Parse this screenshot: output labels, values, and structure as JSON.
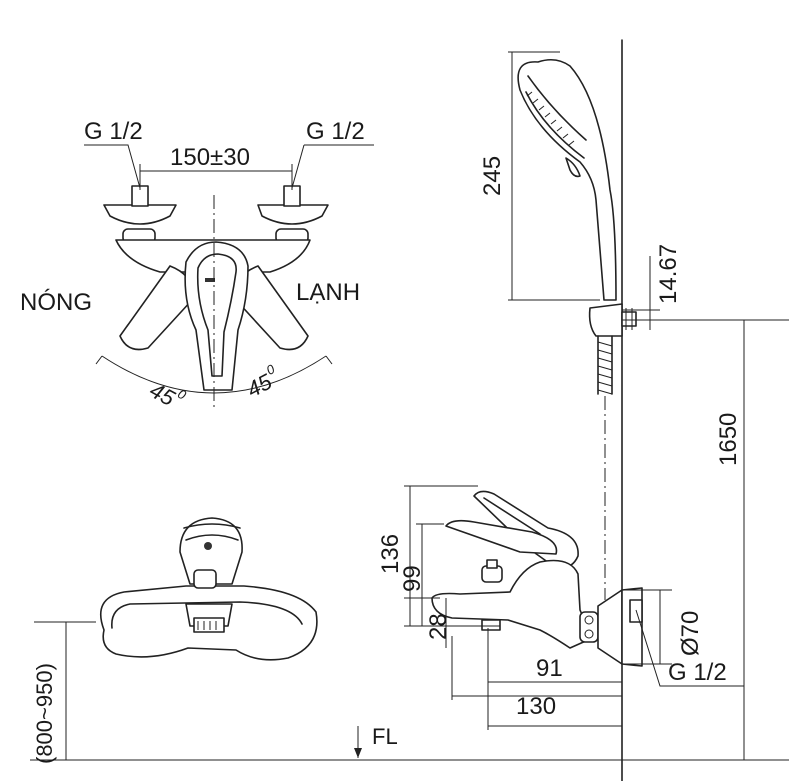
{
  "labels": {
    "inlet_left": "G 1/2",
    "inlet_right": "G 1/2",
    "spacing": "150±30",
    "hot": "NÓNG",
    "cold": "LẠNH",
    "angle_left": "45",
    "angle_left_deg": "0",
    "angle_right": "45",
    "angle_right_deg": "0",
    "handshower_length": "245",
    "hose_offset": "14.67",
    "total_height": "1650",
    "height_136": "136",
    "height_99": "99",
    "height_28": "28",
    "flange_diameter": "Ø70",
    "outlet_thread": "G 1/2",
    "depth_91": "91",
    "depth_130": "130",
    "install_height": "(800~950)",
    "floor_level": "FL"
  }
}
